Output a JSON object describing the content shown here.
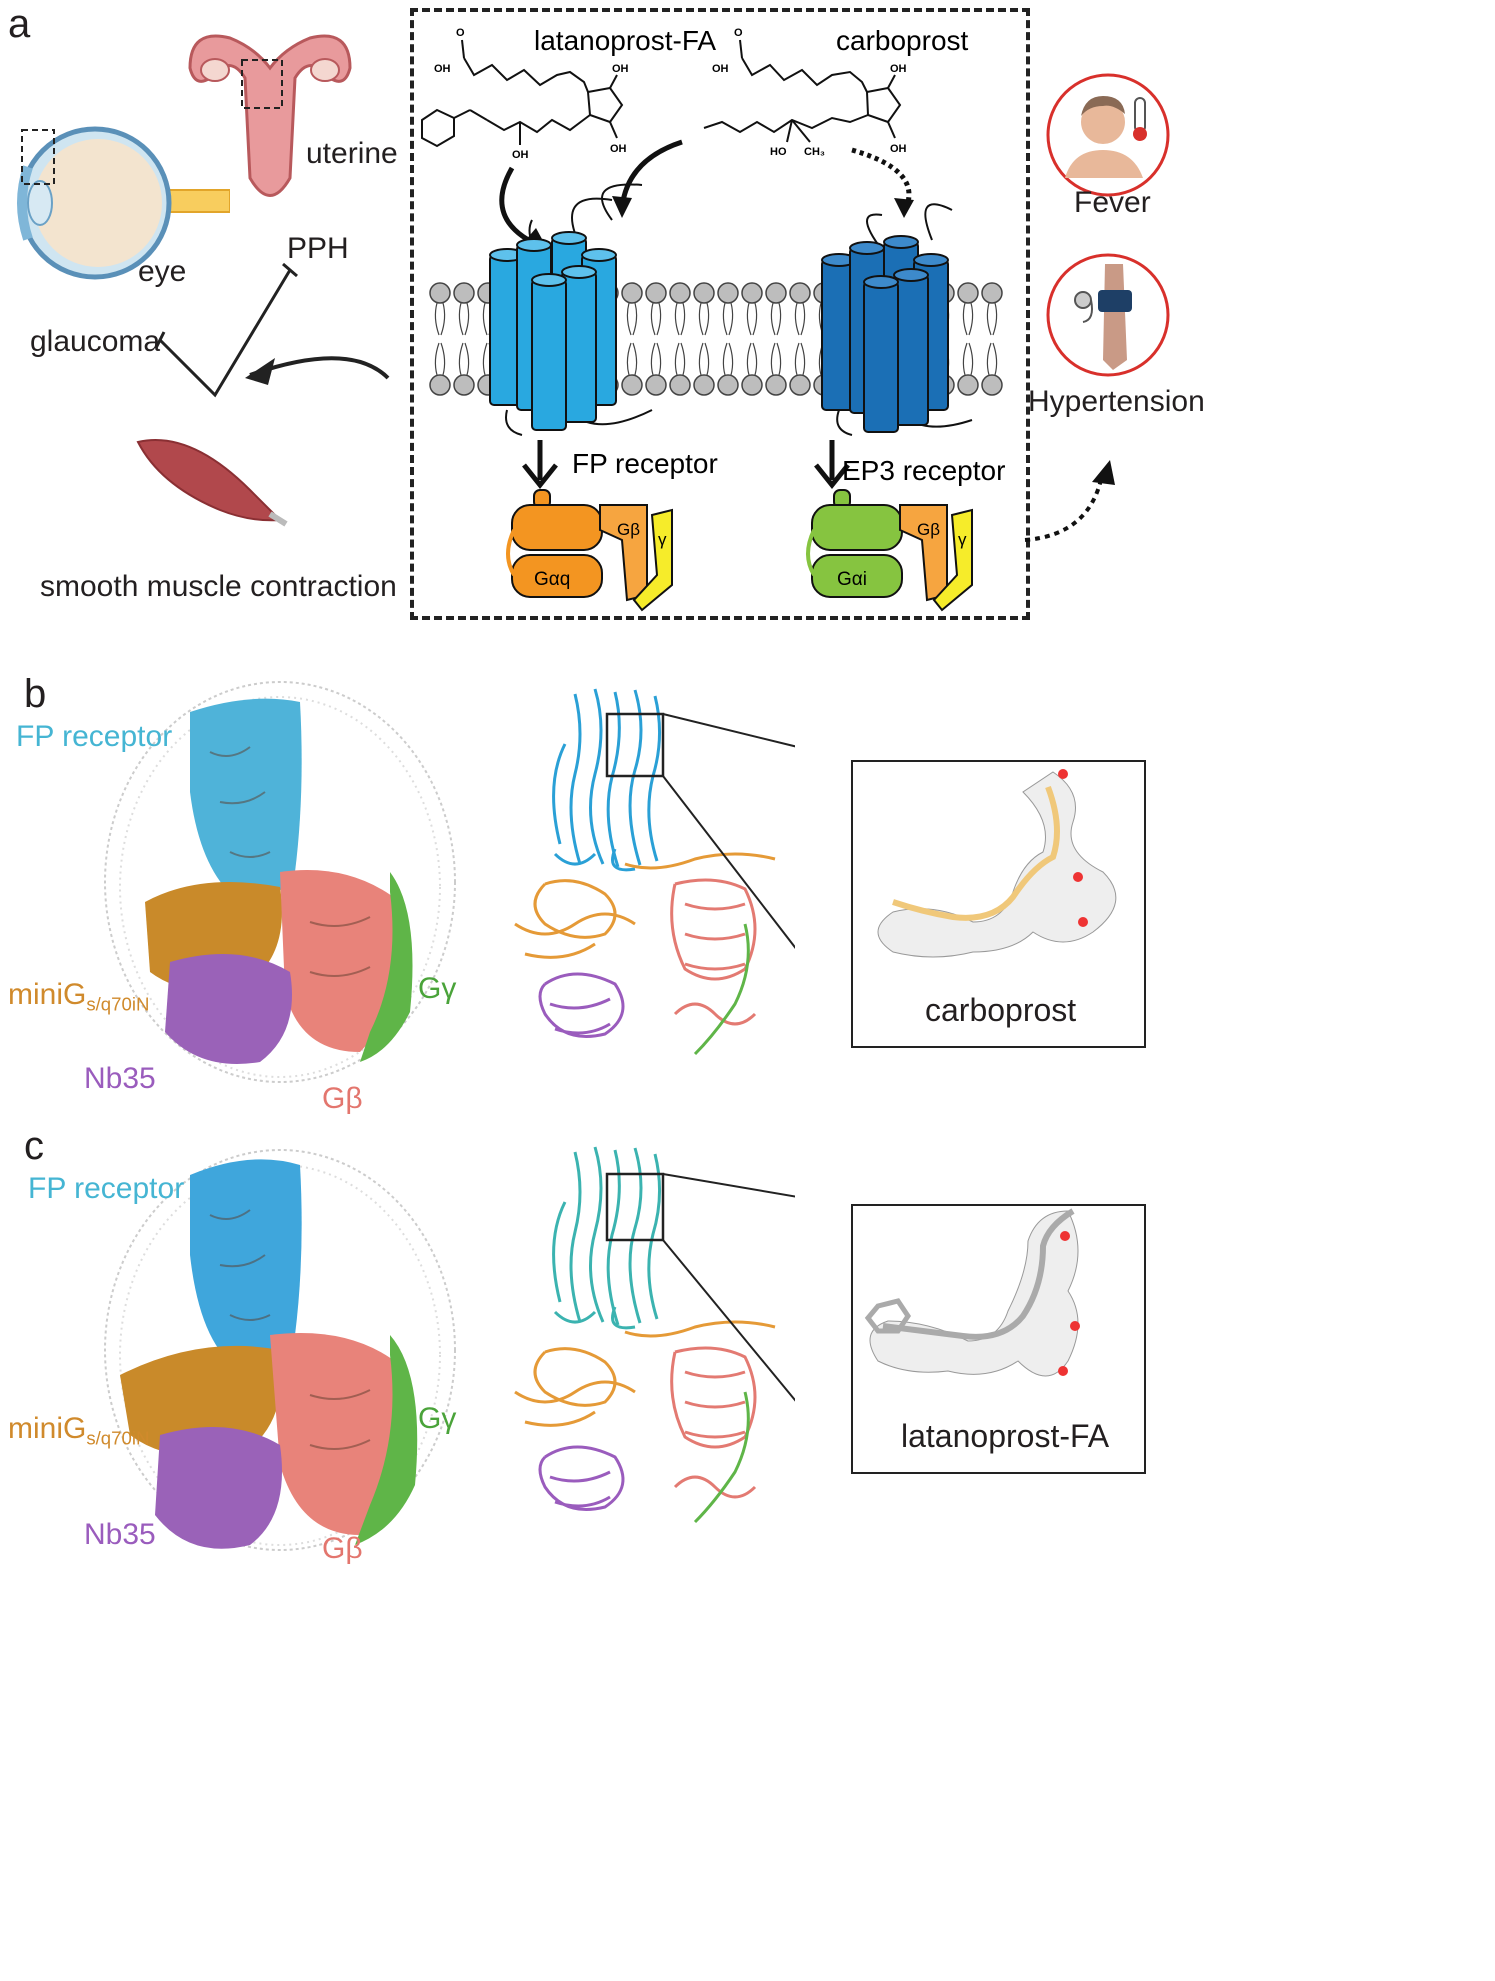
{
  "panels": {
    "a": "a",
    "b": "b",
    "c": "c"
  },
  "panel_a": {
    "left": {
      "eye": "eye",
      "uterine": "uterine",
      "pph": "PPH",
      "glaucoma": "glaucoma",
      "smooth_muscle": "smooth muscle contraction"
    },
    "center": {
      "ligand_left": "latanoprost-FA",
      "ligand_right": "carboprost",
      "fp_receptor": "FP receptor",
      "ep3_receptor": "EP3 receptor",
      "g_beta": "Gβ",
      "g_gamma": "γ",
      "g_alpha_q": "Gαq",
      "g_alpha_i": "Gαi",
      "chem_oh": "OH",
      "chem_ho": "HO",
      "chem_o": "O",
      "chem_ch3": "CH₃"
    },
    "right": {
      "fever": "Fever",
      "hypertension": "Hypertension"
    }
  },
  "panel_b": {
    "fp_receptor": "FP receptor",
    "minig": "miniG",
    "minig_sub": "s/q70iN",
    "g_gamma": "Gγ",
    "nb35": "Nb35",
    "g_beta": "Gβ",
    "ligand": "carboprost"
  },
  "panel_c": {
    "fp_receptor": "FP receptor",
    "minig": "miniG",
    "minig_sub": "s/q70iN",
    "g_gamma": "Gγ",
    "nb35": "Nb35",
    "g_beta": "Gβ",
    "ligand": "latanoprost-FA"
  },
  "colors": {
    "fp_receptor_light": "#29a8e0",
    "ep3_receptor_dark": "#1b6fb5",
    "g_alpha_q": "#f39521",
    "g_alpha_i": "#86c440",
    "g_beta": "#f6a540",
    "g_gamma": "#f6ec2a",
    "map_receptor_b": "#4fb3d9",
    "map_receptor_c": "#3fa6dc",
    "map_minig": "#c98a2a",
    "map_nb35": "#9a62b8",
    "map_gbeta": "#e8837a",
    "map_ggamma": "#5fb548",
    "ribbon_receptor_c": "#3bb3b0",
    "label_receptor": "#45b5d3",
    "label_minig": "#d08a2c",
    "label_ggamma": "#4aa33a",
    "label_nb35": "#9a5cbd",
    "label_gbeta": "#e3766e",
    "fever_ring": "#d8302b"
  }
}
